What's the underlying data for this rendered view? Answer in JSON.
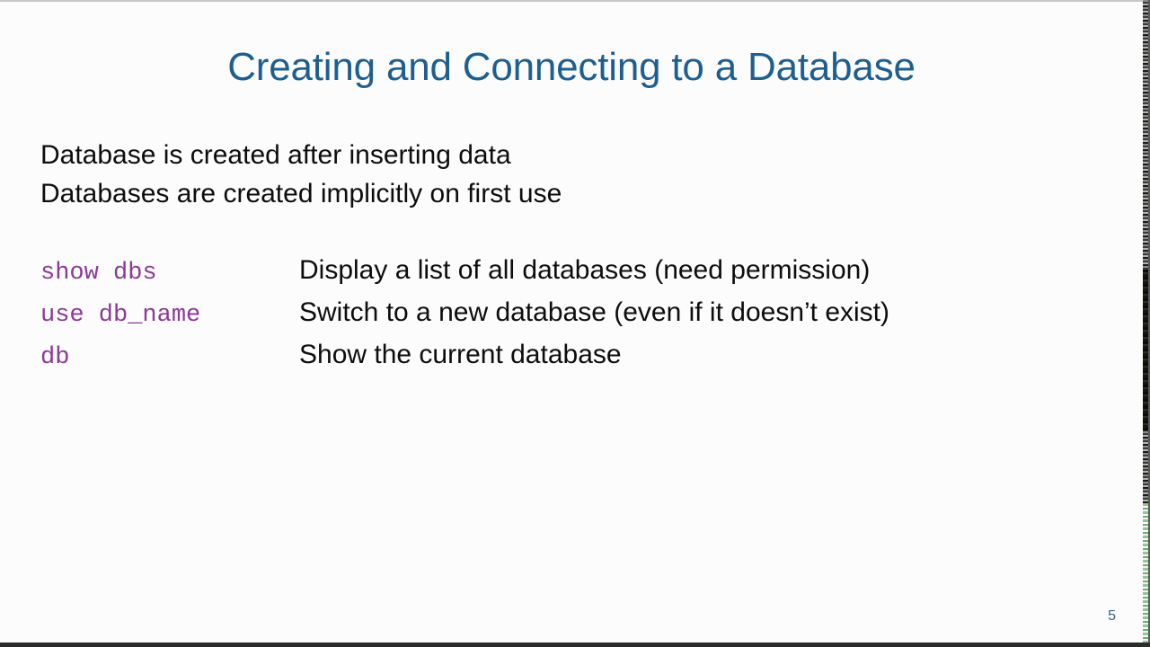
{
  "slide": {
    "title": "Creating and Connecting to a Database",
    "page_number": "5",
    "colors": {
      "title": "#1F5F8F",
      "body_text": "#0D0D0D",
      "command_text": "#8B3A96",
      "page_number": "#3D6484",
      "background": "#FCFCFC",
      "bottom_bar": "#2B2B2B",
      "top_rule": "#C8C8C8"
    },
    "body_lines": [
      "Database is created after inserting data",
      "Databases are created implicitly on first use"
    ],
    "command_table": {
      "rows": [
        {
          "command": "show dbs",
          "description": "Display a list of all databases (need permission)"
        },
        {
          "command": "use db_name",
          "description": "Switch to a new database (even if it doesn’t exist)"
        },
        {
          "command": "db",
          "description": "Show the current database"
        }
      ]
    }
  }
}
